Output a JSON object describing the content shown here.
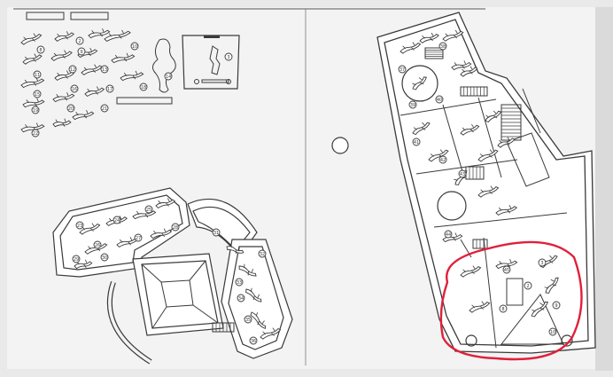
{
  "drawing": {
    "paper_color": "#f3f3f3",
    "line_color": "#3a3a3a",
    "fill_light": "#ffffff",
    "highlight_color": "#e0203a"
  },
  "labels": [
    "3",
    "2",
    "8",
    "9",
    "10",
    "11",
    "12",
    "13",
    "14",
    "15",
    "16",
    "17",
    "18",
    "19",
    "20",
    "21",
    "22",
    "23",
    "24",
    "25",
    "26",
    "27",
    "28",
    "29",
    "30",
    "31",
    "32",
    "33",
    "34",
    "35",
    "36",
    "37",
    "38",
    "39",
    "40",
    "41",
    "42",
    "43",
    "44",
    "45"
  ]
}
